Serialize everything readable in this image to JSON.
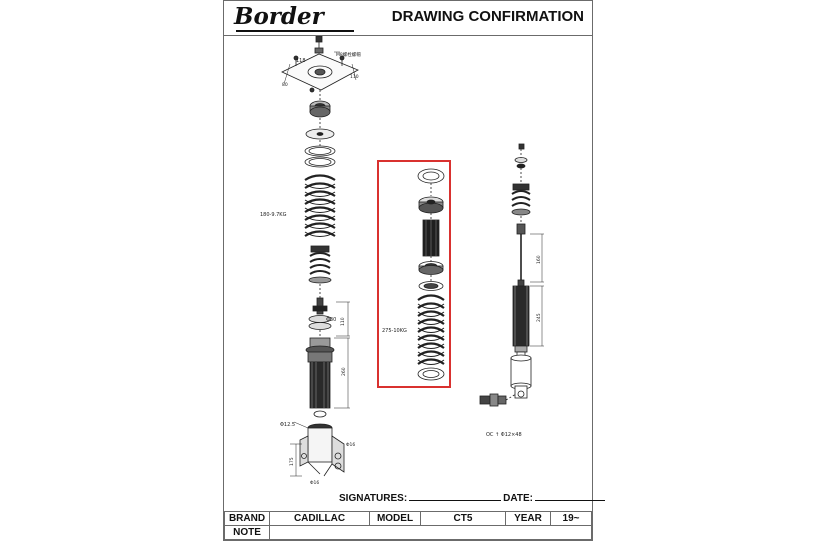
{
  "header": {
    "logo": "Border",
    "title": "DRAWING CONFIRMATION"
  },
  "drawing": {
    "dimensions_left": {
      "top_plate_width": "118",
      "top_plate_callout": "M8螺栓螺帽",
      "bolt_a": "80",
      "bolt_b": "110",
      "spring_label": "180-9.7KG",
      "shaft_label": "Φ30",
      "shaft_len": "110",
      "body_len": "260",
      "eye_label": "Φ12.5",
      "bracket_hole": "Φ16",
      "bracket_len": "175",
      "bracket_hole_b": "Φ16"
    },
    "dimensions_middle": {
      "spring_label": "275-10KG"
    },
    "dimensions_right": {
      "shaft_len": "160",
      "body_len": "245",
      "bottom_label": "OC ↑ Φ12×48"
    }
  },
  "signatures": {
    "signatures_label": "SIGNATURES:",
    "date_label": "DATE:"
  },
  "table": {
    "brand_label": "BRAND",
    "brand_value": "CADILLAC",
    "model_label": "MODEL",
    "model_value": "CT5",
    "year_label": "YEAR",
    "year_value": "19~",
    "note_label": "NOTE",
    "note_value": ""
  },
  "colors": {
    "highlight": "#d9312f",
    "line": "#222222",
    "border": "#6b6b6b"
  }
}
